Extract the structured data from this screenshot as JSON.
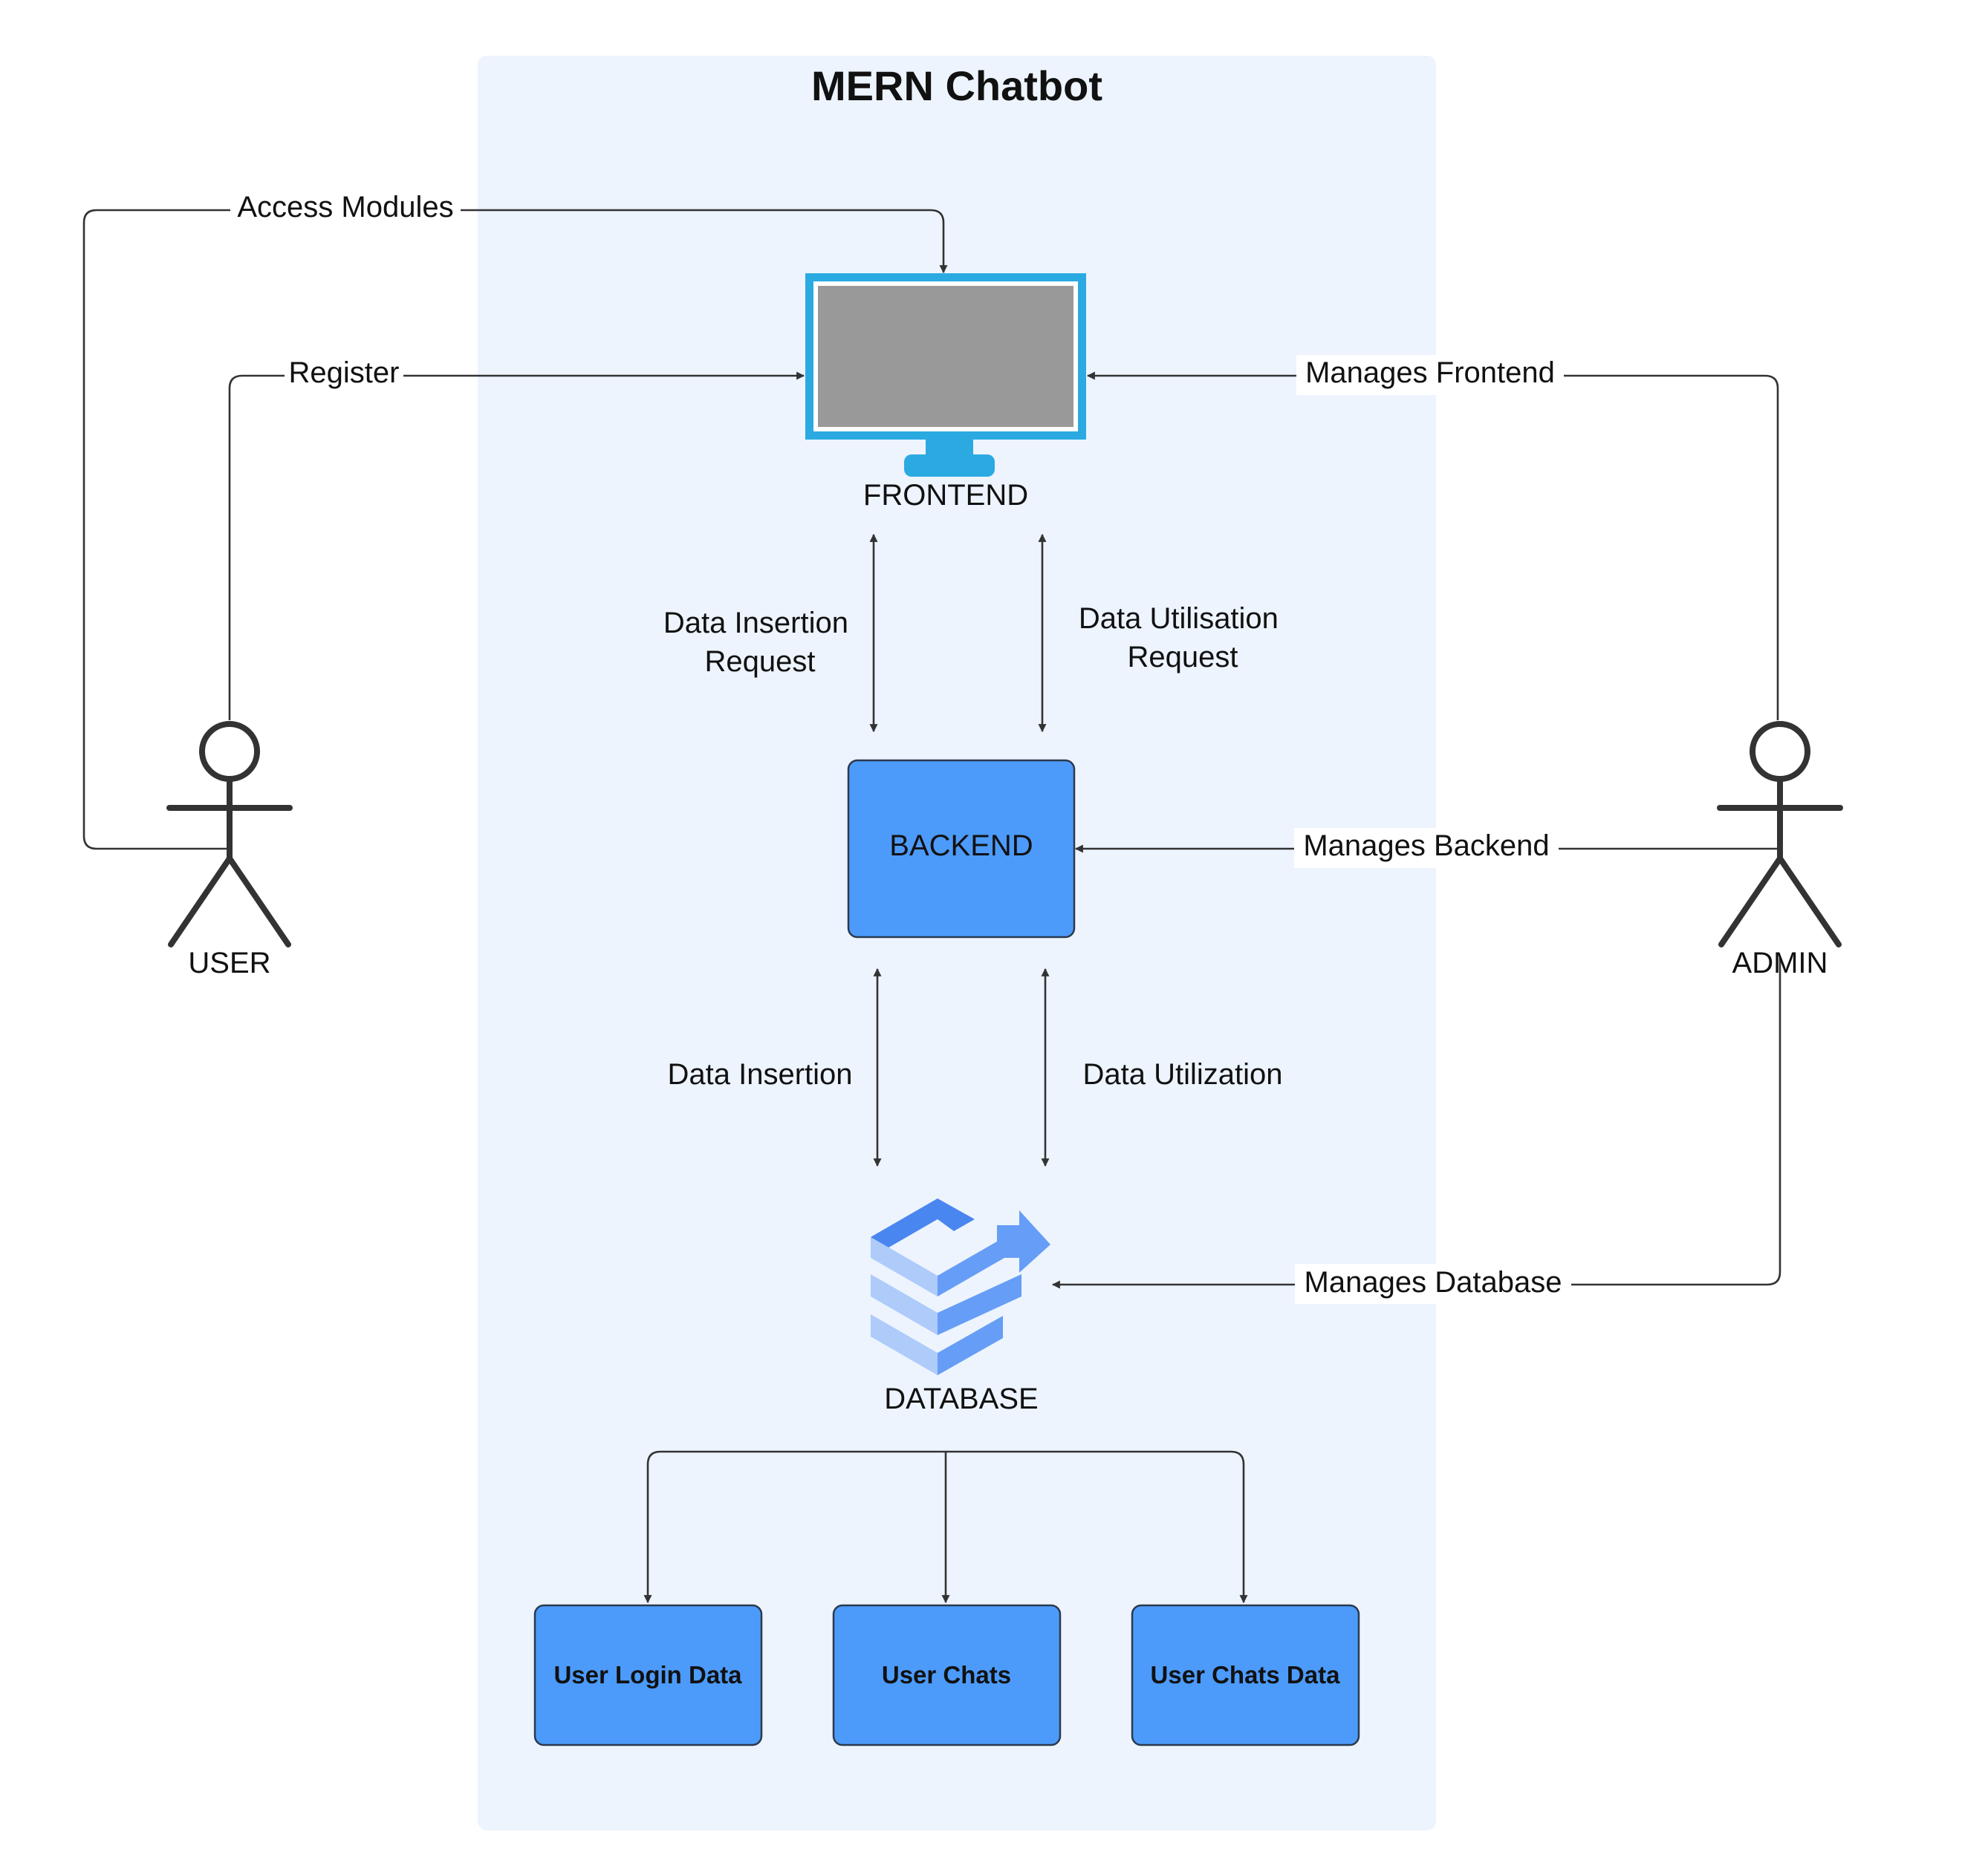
{
  "title": "MERN Chatbot",
  "colors": {
    "container_bg": "#EDF4FE",
    "box_fill": "#4C9BFB",
    "box_stroke": "#2B3A4E",
    "monitor_frame": "#2BAAE1",
    "monitor_screen": "#999999",
    "db_dark": "#4A86EF",
    "db_light": "#AECBFA",
    "db_mid": "#669DF6",
    "edge": "#333333"
  },
  "nodes": {
    "frontend": {
      "label": "FRONTEND",
      "icon": "monitor-icon"
    },
    "backend": {
      "label": "BACKEND"
    },
    "database": {
      "label": "DATABASE",
      "icon": "database-icon"
    },
    "user_login_data": {
      "label": "User Login Data"
    },
    "user_chats": {
      "label": "User Chats"
    },
    "user_chats_data": {
      "label": "User Chats Data"
    }
  },
  "actors": {
    "user": {
      "label": "USER",
      "icon": "stick-figure-icon"
    },
    "admin": {
      "label": "ADMIN",
      "icon": "stick-figure-icon"
    }
  },
  "edges": {
    "access_modules": "Access Modules",
    "register": "Register",
    "manages_frontend": "Manages Frontend",
    "manages_backend": "Manages Backend",
    "manages_database": "Manages Database",
    "data_insertion_request": [
      "Data Insertion",
      "Request"
    ],
    "data_utilisation_request": [
      "Data Utilisation",
      "Request"
    ],
    "data_insertion": "Data Insertion",
    "data_utilization": "Data Utilization"
  }
}
